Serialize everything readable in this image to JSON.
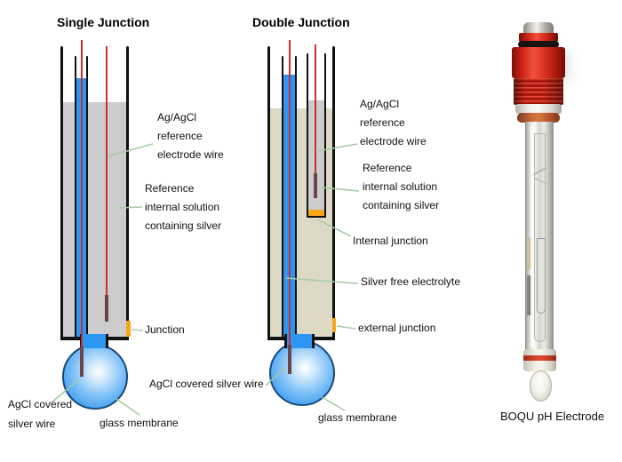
{
  "single": {
    "title": "Single Junction",
    "wire_label": [
      "Ag/AgCl",
      "reference",
      "electrode wire"
    ],
    "solution_label": [
      "Reference",
      "internal solution",
      "containing silver"
    ],
    "junction_label": "Junction",
    "agcl_label": [
      "AgCl covered",
      "silver wire"
    ],
    "glass_membrane_label": "glass membrane"
  },
  "double": {
    "title": "Double Junction",
    "wire_label": [
      "Ag/AgCl",
      "reference",
      "electrode wire"
    ],
    "solution_label": [
      "Reference",
      "internal solution",
      "containing silver"
    ],
    "internal_junction_label": "Internal junction",
    "silver_free_label": "Silver free electrolyte",
    "external_junction_label": "external junction",
    "agcl_label": "AgCl covered silver wire",
    "glass_membrane_label": "glass membrane"
  },
  "photo": {
    "caption": "BOQU pH Electrode"
  },
  "colors": {
    "glass_electrolyte_blue": "#2d95f2",
    "reference_solution_gray": "#cccccc",
    "silver_free_electrolyte_beige": "#ded9c4",
    "wire_red": "#c73030",
    "wire_tip_dark": "#6b4548",
    "junction_orange": "#f9a51a",
    "leader_line_green": "#a3cba3",
    "electrode_cap_red": "#d3261a"
  }
}
